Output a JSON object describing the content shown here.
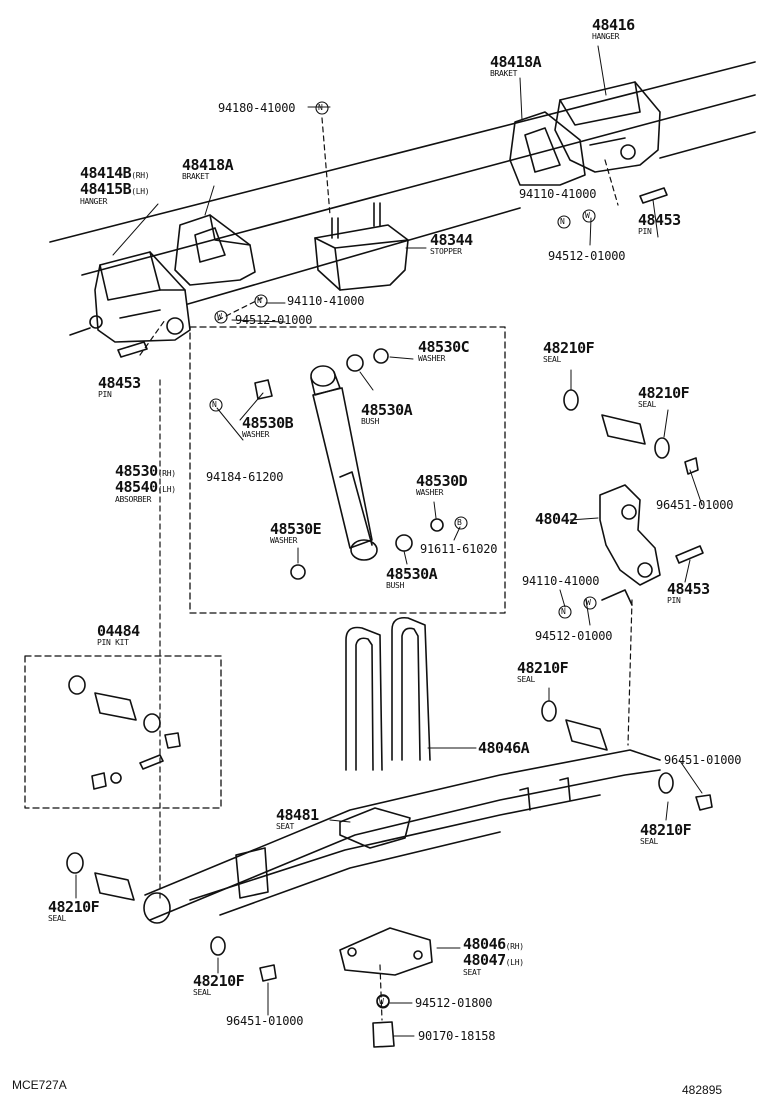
{
  "corner": {
    "left": "MCE727A",
    "right": "482895"
  },
  "parts": [
    {
      "key": "p48416",
      "number": "48416",
      "name": "HANGER"
    },
    {
      "key": "p48418a_r",
      "number": "48418A",
      "name": "BRAKET"
    },
    {
      "key": "p94180",
      "number": "94180-41000",
      "name": ""
    },
    {
      "key": "p48414b",
      "number": "48414B",
      "suffix": "(RH)",
      "name": ""
    },
    {
      "key": "p48415b",
      "number": "48415B",
      "suffix": "(LH)",
      "name": "HANGER"
    },
    {
      "key": "p48418a_l",
      "number": "48418A",
      "name": "BRAKET"
    },
    {
      "key": "p94110_r",
      "number": "94110-41000",
      "name": ""
    },
    {
      "key": "p48453_r",
      "number": "48453",
      "name": "PIN"
    },
    {
      "key": "p48344",
      "number": "48344",
      "name": "STOPPER"
    },
    {
      "key": "p94512_r",
      "number": "94512-01000",
      "name": ""
    },
    {
      "key": "p94110_c",
      "number": "94110-41000",
      "name": ""
    },
    {
      "key": "p94512_c",
      "number": "94512-01000",
      "name": ""
    },
    {
      "key": "p48453_l",
      "number": "48453",
      "name": "PIN"
    },
    {
      "key": "p48530c",
      "number": "48530C",
      "name": "WASHER"
    },
    {
      "key": "p48530b",
      "number": "48530B",
      "name": "WASHER"
    },
    {
      "key": "p48530a_t",
      "number": "48530A",
      "name": "BUSH"
    },
    {
      "key": "p94184",
      "number": "94184-61200",
      "name": ""
    },
    {
      "key": "p48530",
      "number": "48530",
      "suffix": "(RH)",
      "name": ""
    },
    {
      "key": "p48540",
      "number": "48540",
      "suffix": "(LH)",
      "name": "ABSORBER"
    },
    {
      "key": "p48530d",
      "number": "48530D",
      "name": "WASHER"
    },
    {
      "key": "p48530e",
      "number": "48530E",
      "name": "WASHER"
    },
    {
      "key": "p91611",
      "number": "91611-61020",
      "name": ""
    },
    {
      "key": "p48530a_b",
      "number": "48530A",
      "name": "BUSH"
    },
    {
      "key": "p48210f_1",
      "number": "48210F",
      "name": "SEAL"
    },
    {
      "key": "p48210f_2",
      "number": "48210F",
      "name": "SEAL"
    },
    {
      "key": "p96451_1",
      "number": "96451-01000",
      "name": ""
    },
    {
      "key": "p48042",
      "number": "48042",
      "name": ""
    },
    {
      "key": "p94110_s",
      "number": "94110-41000",
      "name": ""
    },
    {
      "key": "p48453_s",
      "number": "48453",
      "name": "PIN"
    },
    {
      "key": "p94512_s",
      "number": "94512-01000",
      "name": ""
    },
    {
      "key": "p04484",
      "number": "04484",
      "name": "PIN KIT"
    },
    {
      "key": "p48210f_3",
      "number": "48210F",
      "name": "SEAL"
    },
    {
      "key": "p48046a",
      "number": "48046A",
      "name": ""
    },
    {
      "key": "p96451_2",
      "number": "96451-01000",
      "name": ""
    },
    {
      "key": "p48481",
      "number": "48481",
      "name": "SEAT"
    },
    {
      "key": "p48210f_4",
      "number": "48210F",
      "name": "SEAL"
    },
    {
      "key": "p48210f_5",
      "number": "48210F",
      "name": "SEAL"
    },
    {
      "key": "p48046",
      "number": "48046",
      "suffix": "(RH)",
      "name": ""
    },
    {
      "key": "p48047",
      "number": "48047",
      "suffix": "(LH)",
      "name": "SEAT"
    },
    {
      "key": "p48210f_6",
      "number": "48210F",
      "name": "SEAL"
    },
    {
      "key": "p94512_b",
      "number": "94512-01800",
      "name": ""
    },
    {
      "key": "p96451_3",
      "number": "96451-01000",
      "name": ""
    },
    {
      "key": "p90170",
      "number": "90170-18158",
      "name": ""
    }
  ],
  "callouts": {
    "nut": "N",
    "washer": "W",
    "bolt": "B"
  }
}
